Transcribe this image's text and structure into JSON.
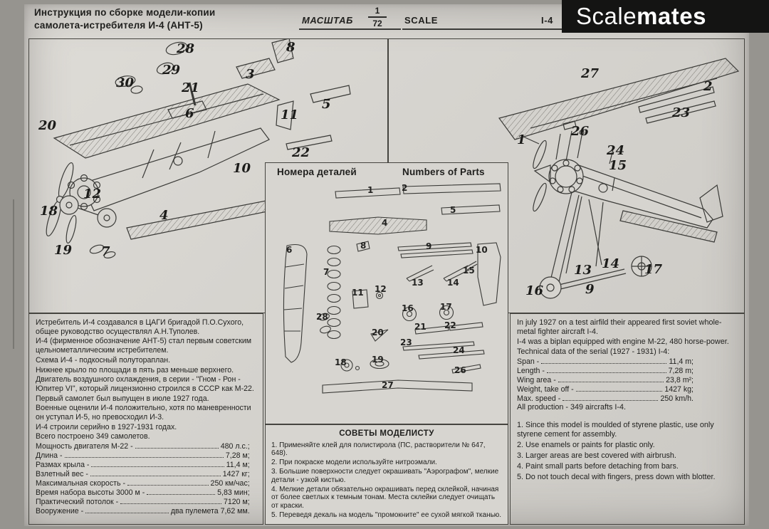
{
  "logo": {
    "part1": "Scale",
    "part2": "mates"
  },
  "header": {
    "title_line1": "Инструкция по сборке модели-копии",
    "title_line2": "самолета-истребителя И-4 (АНТ-5)",
    "scale_label_ru": "МАСШТАБ",
    "scale_numerator": "1",
    "scale_denominator": "72",
    "scale_label_en": "SCALE",
    "model_code": "I-4"
  },
  "parts_box": {
    "title_ru": "Номера деталей",
    "title_en": "Numbers of Parts",
    "numbers": [
      "1",
      "2",
      "5",
      "4",
      "8",
      "6",
      "9",
      "10",
      "7",
      "11",
      "12",
      "13",
      "14",
      "15",
      "16",
      "17",
      "18",
      "19",
      "20",
      "21",
      "22",
      "23",
      "24",
      "26",
      "27",
      "28"
    ]
  },
  "diagram_left": {
    "numbers": [
      "28",
      "29",
      "30",
      "21",
      "8",
      "3",
      "5",
      "11",
      "22",
      "6",
      "20",
      "10",
      "4",
      "12",
      "18",
      "19",
      "7"
    ]
  },
  "diagram_right": {
    "numbers": [
      "27",
      "2",
      "23",
      "26",
      "24",
      "15",
      "1",
      "13",
      "14",
      "17",
      "16",
      "9"
    ]
  },
  "history_ru": {
    "paragraphs": [
      "Истребитель И-4 создавался в ЦАГИ бригадой П.О.Сухого, общее руководство осуществлял А.Н.Туполев.",
      "И-4 (фирменное обозначение АНТ-5) стал первым советским цельнометаллическим истребителем.",
      "Схема И-4 - подкосный полутораплан.",
      "Нижнее крыло по площади в пять раз меньше верхнего.",
      "Двигатель воздушного охлаждения, в серии - \"Гном - Рон - Юпитер VI\", который лицензионно строился в СССР как М-22.",
      "Первый самолет был выпущен в июле 1927 года.",
      "Военные оценили И-4 положительно, хотя по маневренности он уступал И-5, но превосходил И-3.",
      "И-4 строили серийно в 1927-1931 годах.",
      "Всего построено 349 самолетов."
    ],
    "specs": [
      {
        "label": "Мощность двигателя М-22 -",
        "value": "480 л.с.;"
      },
      {
        "label": "Длина -",
        "value": "7,28 м;"
      },
      {
        "label": "Размах крыла -",
        "value": "11,4 м;"
      },
      {
        "label": "Взлетный вес -",
        "value": "1427 кг;"
      },
      {
        "label": "Максимальная скорость -",
        "value": "250 км/час;"
      },
      {
        "label": "Время набора высоты 3000 м -",
        "value": "5,83 мин;"
      },
      {
        "label": "Практический потолок -",
        "value": "7120 м;"
      },
      {
        "label": "Вооружение -",
        "value": "два пулемета 7,62 мм."
      }
    ]
  },
  "history_en": {
    "paragraphs": [
      "In july 1927 on a test airfild their appeared first soviet whole-metal fighter aircraft I-4.",
      "I-4 was a biplan equipped with engine M-22, 480 horse-power.",
      "Technical data of the serial (1927 - 1931) I-4:"
    ],
    "specs": [
      {
        "label": "Span -",
        "value": "11,4 m;"
      },
      {
        "label": "Length -",
        "value": "7,28 m;"
      },
      {
        "label": "Wing area -",
        "value": "23,8 m²;"
      },
      {
        "label": "Weight, take off -",
        "value": "1427 kg;"
      },
      {
        "label": "Max. speed -",
        "value": "250 km/h."
      }
    ],
    "production_line": "All production - 349 aircrafts I-4.",
    "tips": [
      "1. Since this model is moulded of styrene plastic, use only styrene cement for assembly.",
      "2. Use enamels or paints for plastic only.",
      "3. Larger areas are best covered with airbrush.",
      "4. Paint small parts before detaching from bars.",
      "5. Do not touch decal with fingers, press down with blotter."
    ]
  },
  "tips_ru": {
    "title": "СОВЕТЫ МОДЕЛИСТУ",
    "items": [
      "1. Применяйте клей для полистирола (ПС, растворители № 647, 648).",
      "2. При покраске модели используйте нитроэмали.",
      "3. Большие поверхности следует окрашивать \"Аэрографом\", мелкие детали - узкой кистью.",
      "4. Мелкие детали обязательно окрашивать перед склейкой, начиная от более светлых к темным тонам. Места склейки следует очищать от краски.",
      "5. Переведя декаль на модель \"промокните\" ее сухой мягкой тканью."
    ]
  }
}
